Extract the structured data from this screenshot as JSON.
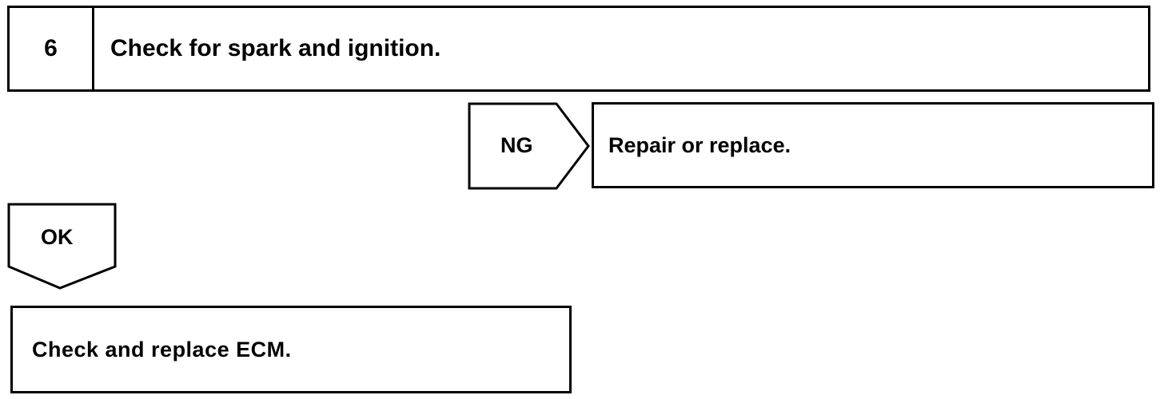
{
  "step": {
    "number": "6",
    "title": "Check for spark and ignition."
  },
  "ng_branch": {
    "label": "NG",
    "action": "Repair or replace."
  },
  "ok_branch": {
    "label": "OK",
    "action": "Check and replace ECM."
  }
}
